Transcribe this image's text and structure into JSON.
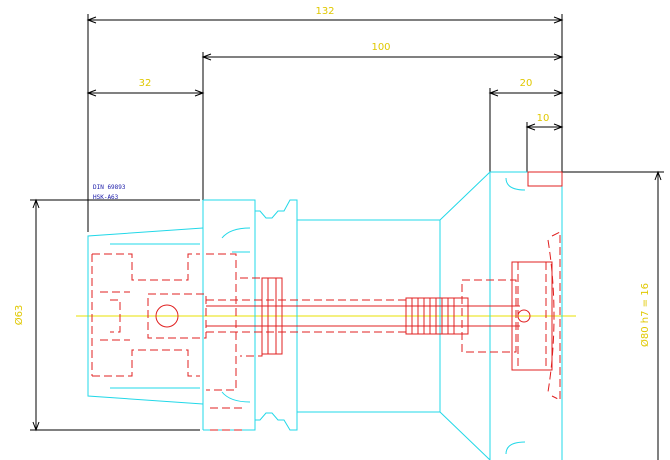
{
  "dimensions": {
    "overall_length": "132",
    "body_length": "100",
    "taper_length": "32",
    "flange_width": "20",
    "key_width": "10",
    "taper_diameter": "Ø63",
    "flange_diameter": "Ø80 h7 = 16"
  },
  "notes": {
    "standard": "DIN 69893",
    "shank": "HSK-A63"
  },
  "colors": {
    "contour": "#22d8e8",
    "hidden": "#e02020",
    "dimension_text": "#e0c800",
    "note_text": "#1a1aa8",
    "centerline": "#e8e000"
  }
}
